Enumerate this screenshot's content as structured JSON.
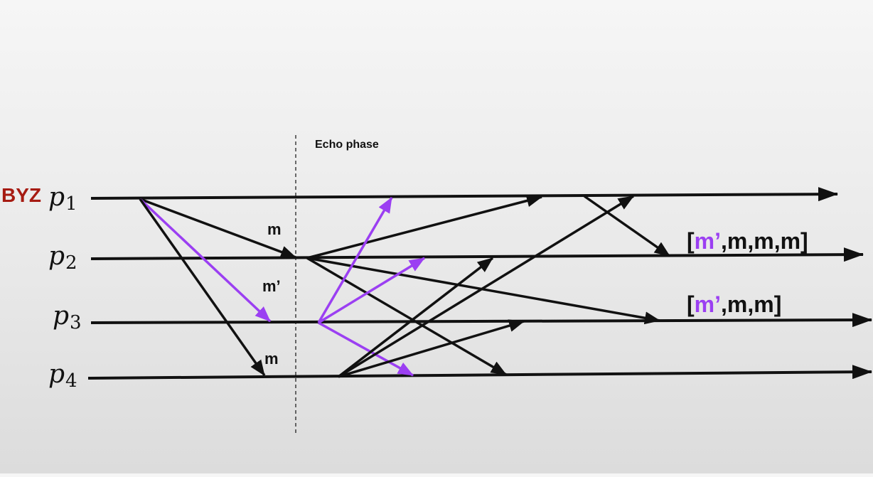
{
  "diagram": {
    "phase_label": "Echo phase",
    "byz_label": "BYZ",
    "processes": [
      {
        "base": "p",
        "sub": "1"
      },
      {
        "base": "p",
        "sub": "2"
      },
      {
        "base": "p",
        "sub": "3"
      },
      {
        "base": "p",
        "sub": "4"
      }
    ],
    "messages": {
      "to_p2": "m",
      "to_p3": "m’",
      "to_p4": "m"
    },
    "results": {
      "p2": {
        "open": "[",
        "first": "m’",
        "rest": ",m,m,m]"
      },
      "p3": {
        "open": "[",
        "first": "m’",
        "rest": ",m,m]"
      }
    },
    "colors": {
      "line": "#111111",
      "byzantine_message": "#9b3ff2",
      "byz_label": "#a61b12"
    }
  }
}
